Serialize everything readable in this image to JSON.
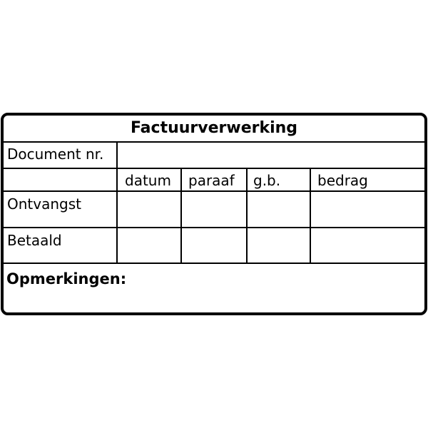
{
  "title": "Factuurverwerking",
  "rows": {
    "document": "Document nr.",
    "received": "Ontvangst",
    "paid": "Betaald"
  },
  "columns": [
    "datum",
    "paraaf",
    "g.b.",
    "bedrag"
  ],
  "remarks": "Opmerkingen:"
}
